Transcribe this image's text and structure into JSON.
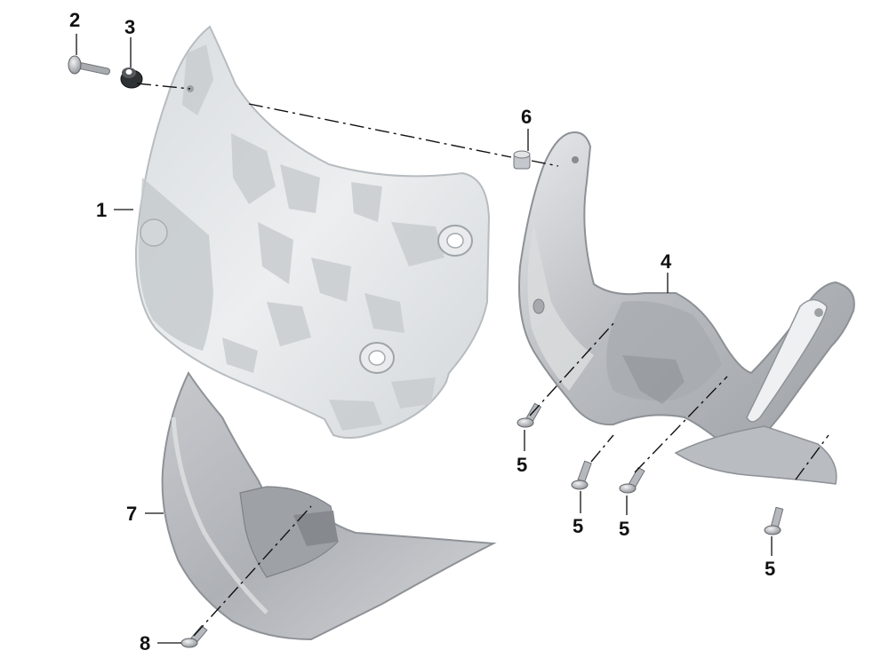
{
  "diagram": {
    "parts": [
      {
        "id": "windshield",
        "callout": "1"
      },
      {
        "id": "screw-top",
        "callout": "2"
      },
      {
        "id": "grommet",
        "callout": "3"
      },
      {
        "id": "bracket",
        "callout": "4"
      },
      {
        "id": "bolt",
        "callout": "5"
      },
      {
        "id": "rivet-nut",
        "callout": "6"
      },
      {
        "id": "lower-cover",
        "callout": "7"
      },
      {
        "id": "screw-bottom",
        "callout": "8"
      }
    ],
    "callouts": {
      "c1": "1",
      "c2": "2",
      "c3": "3",
      "c4": "4",
      "c5a": "5",
      "c5b": "5",
      "c5c": "5",
      "c5d": "5",
      "c6": "6",
      "c7": "7",
      "c8": "8"
    }
  }
}
